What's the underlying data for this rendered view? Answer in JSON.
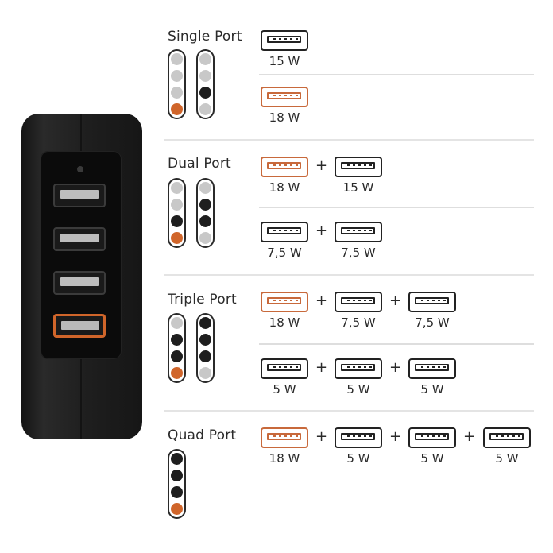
{
  "colors": {
    "qc_orange": "#d0652a",
    "port_active": "#1e1e1e",
    "port_inactive": "#c8c8c8"
  },
  "sections": [
    {
      "label": "Single Port",
      "indicators": [
        [
          "off",
          "off",
          "off",
          "qc"
        ],
        [
          "off",
          "off",
          "on",
          "off"
        ]
      ],
      "rows": [
        {
          "ports": [
            {
              "type": "usb-icon",
              "watt": "15 W"
            }
          ]
        },
        {
          "ports": [
            {
              "type": "usb-qc-icon",
              "watt": "18 W"
            }
          ]
        }
      ]
    },
    {
      "label": "Dual Port",
      "indicators": [
        [
          "off",
          "off",
          "on",
          "qc"
        ],
        [
          "off",
          "on",
          "on",
          "off"
        ]
      ],
      "rows": [
        {
          "ports": [
            {
              "type": "usb-qc-icon",
              "watt": "18 W"
            },
            {
              "type": "usb-icon",
              "watt": "15 W"
            }
          ]
        },
        {
          "ports": [
            {
              "type": "usb-icon",
              "watt": "7,5 W"
            },
            {
              "type": "usb-icon",
              "watt": "7,5 W"
            }
          ]
        }
      ]
    },
    {
      "label": "Triple Port",
      "indicators": [
        [
          "off",
          "on",
          "on",
          "qc"
        ],
        [
          "on",
          "on",
          "on",
          "off"
        ]
      ],
      "rows": [
        {
          "ports": [
            {
              "type": "usb-qc-icon",
              "watt": "18 W"
            },
            {
              "type": "usb-icon",
              "watt": "7,5 W"
            },
            {
              "type": "usb-icon",
              "watt": "7,5 W"
            }
          ]
        },
        {
          "ports": [
            {
              "type": "usb-icon",
              "watt": "5 W"
            },
            {
              "type": "usb-icon",
              "watt": "5 W"
            },
            {
              "type": "usb-icon",
              "watt": "5 W"
            }
          ]
        }
      ]
    },
    {
      "label": "Quad Port",
      "indicators": [
        [
          "on",
          "on",
          "on",
          "qc"
        ]
      ],
      "rows": [
        {
          "ports": [
            {
              "type": "usb-qc-icon",
              "watt": "18 W"
            },
            {
              "type": "usb-icon",
              "watt": "5 W"
            },
            {
              "type": "usb-icon",
              "watt": "5 W"
            },
            {
              "type": "usb-icon",
              "watt": "5 W"
            }
          ]
        }
      ]
    }
  ],
  "plus_sign": "+"
}
